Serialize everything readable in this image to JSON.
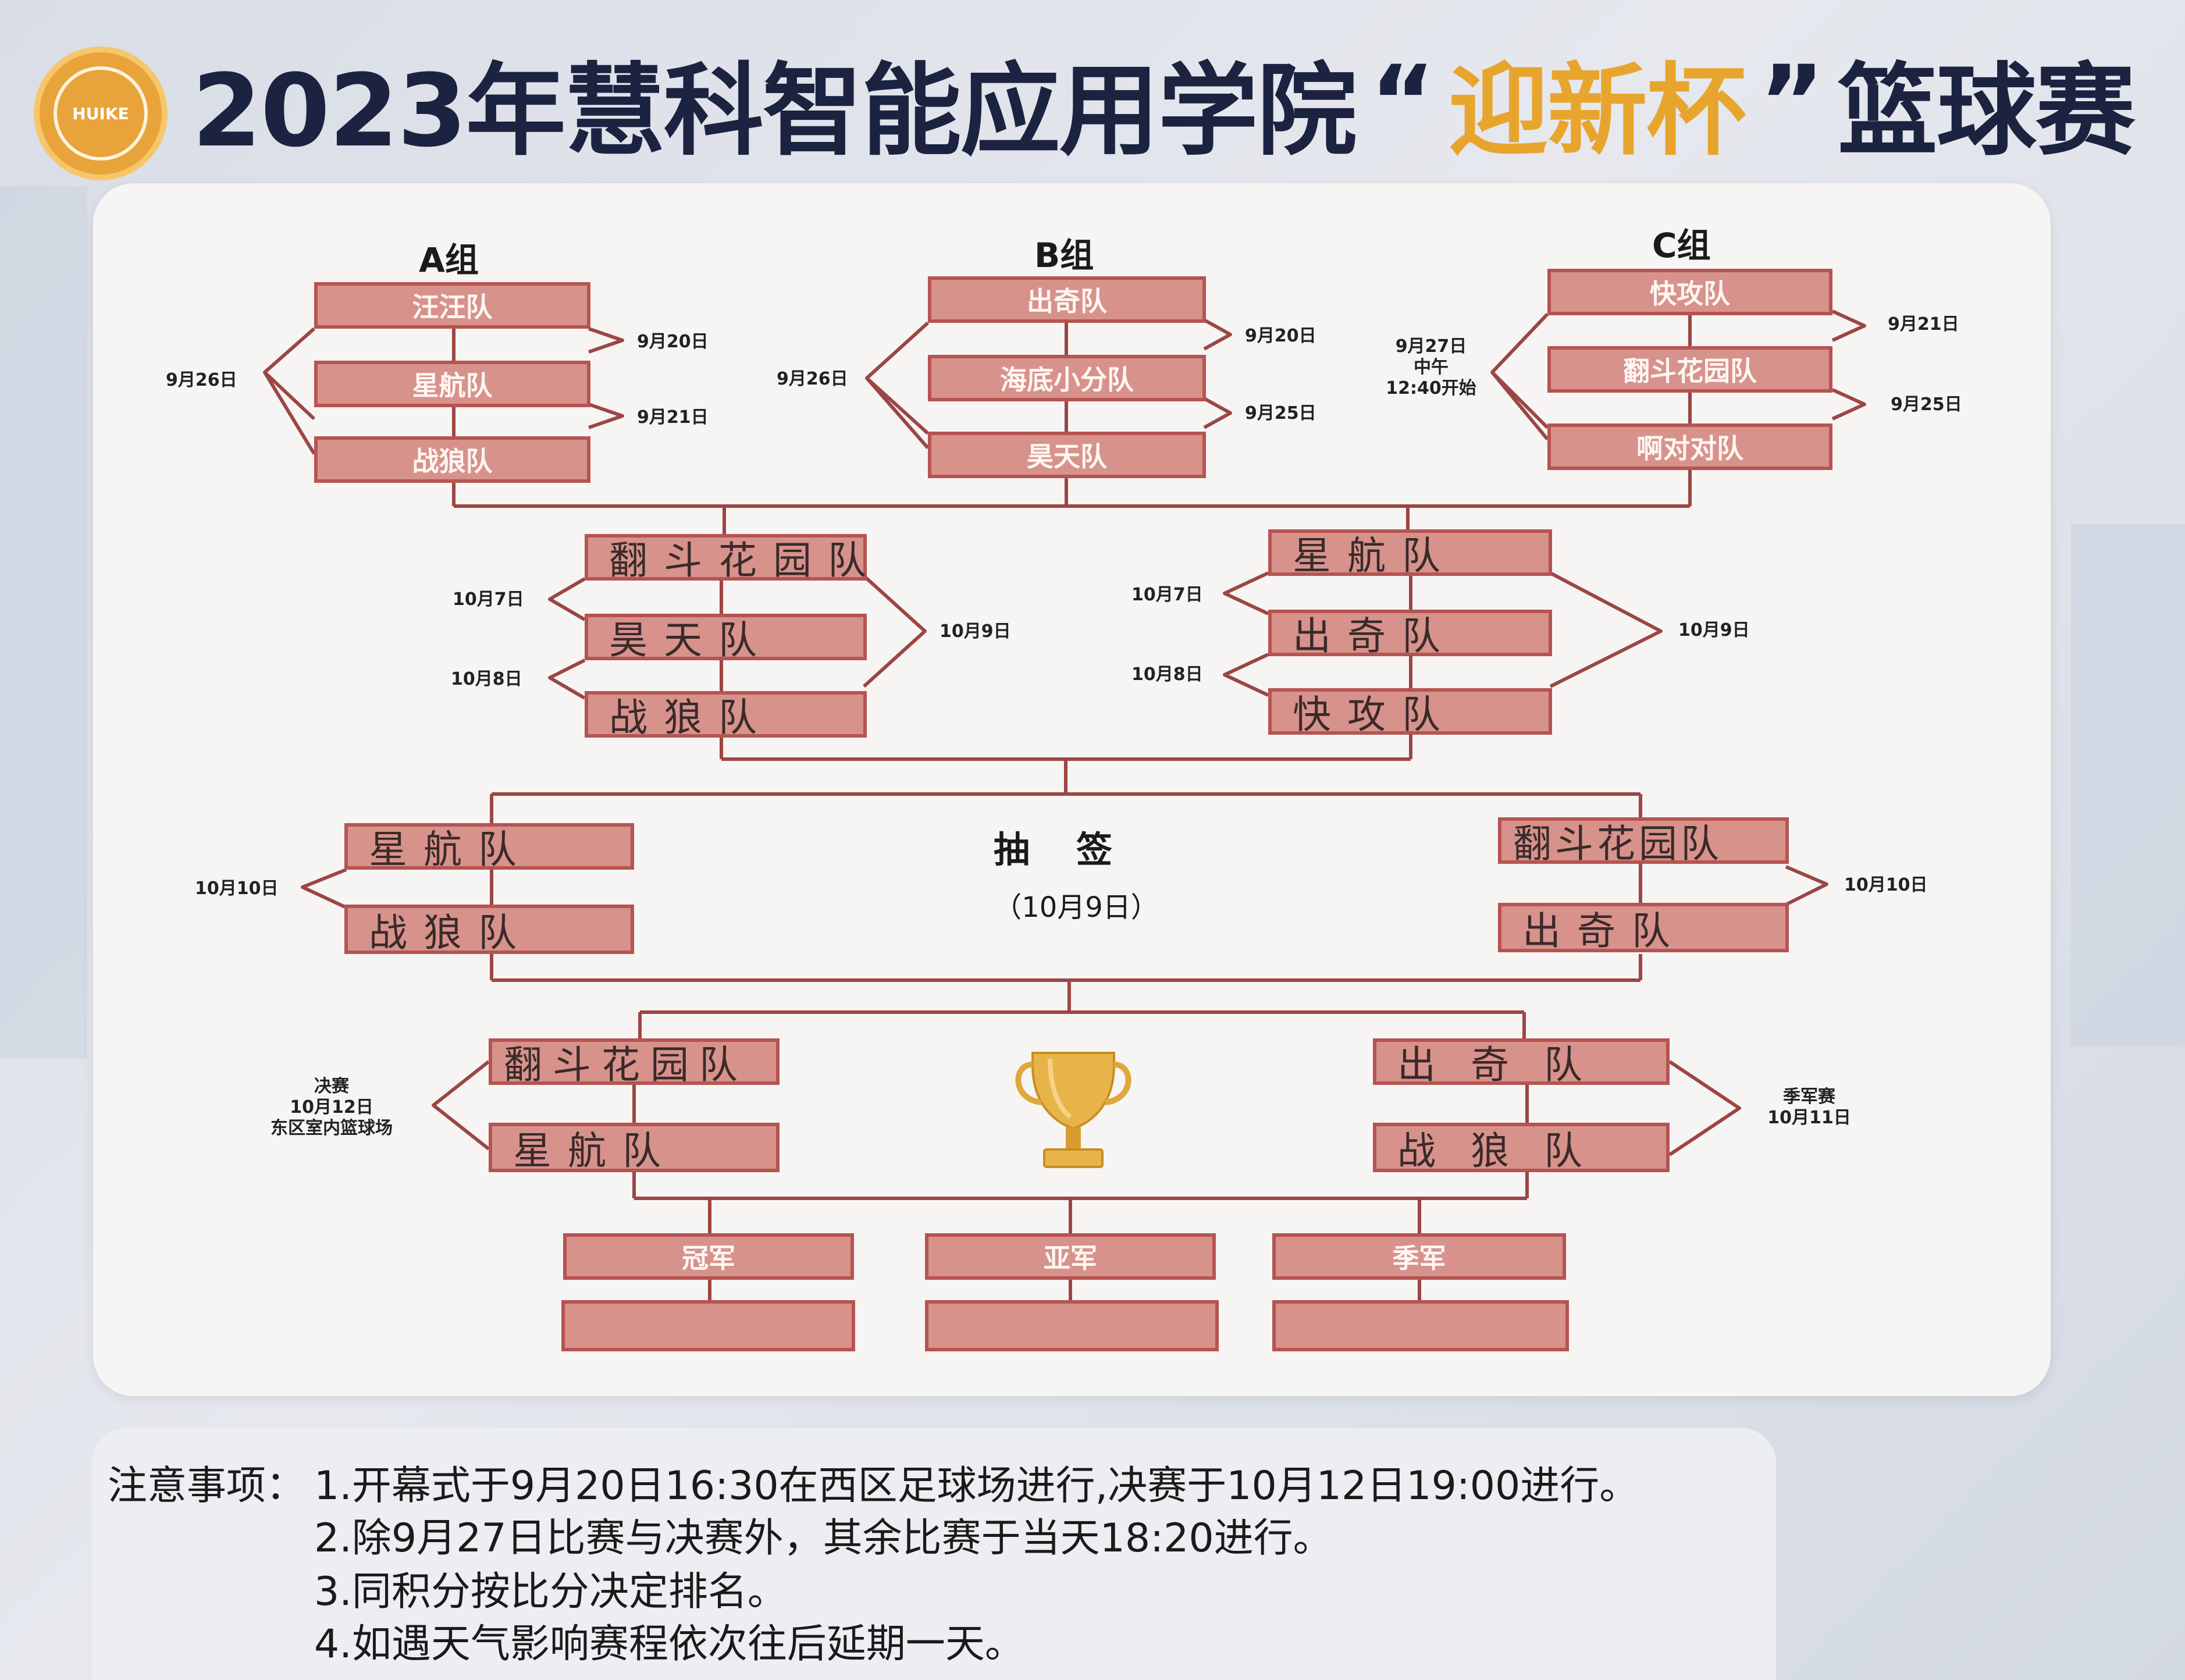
{
  "header": {
    "title_main": "2023年慧科智能应用学院",
    "title_open_quote": "“",
    "title_highlight": "迎新杯",
    "title_close_quote": "”",
    "title_tail": "篮球赛",
    "logo_text": "HUIKE"
  },
  "groups": {
    "a": {
      "title": "A组",
      "teams": [
        "汪汪队",
        "星航队",
        "战狼队"
      ],
      "dates": [
        "9月20日",
        "9月21日"
      ],
      "left_date": "9月26日"
    },
    "b": {
      "title": "B组",
      "teams": [
        "出奇队",
        "海底小分队",
        "昊天队"
      ],
      "dates": [
        "9月20日",
        "9月25日"
      ],
      "left_date": "9月26日"
    },
    "c": {
      "title": "C组",
      "teams": [
        "快攻队",
        "翻斗花园队",
        "啊对对队"
      ],
      "dates": [
        "9月21日",
        "9月25日"
      ],
      "left_date_lines": [
        "9月27日",
        "中午",
        "12:40开始"
      ]
    }
  },
  "round2": {
    "left": {
      "teams": [
        "翻斗花园队",
        "昊天队",
        "战狼队"
      ],
      "dates": [
        "10月7日",
        "10月8日"
      ],
      "right_date": "10月9日"
    },
    "right": {
      "teams": [
        "星航队",
        "出奇队",
        "快攻队"
      ],
      "dates": [
        "10月7日",
        "10月8日"
      ],
      "right_date": "10月9日"
    }
  },
  "semis": {
    "left": {
      "teams": [
        "星航队",
        "战狼队"
      ],
      "date": "10月10日"
    },
    "right": {
      "teams": [
        "翻斗花园队",
        "出奇队"
      ],
      "date": "10月10日"
    },
    "draw_title": "抽签",
    "draw_date": "（10月9日）"
  },
  "finals": {
    "final": {
      "teams": [
        "翻斗花园队",
        "星航队"
      ],
      "label_lines": [
        "决赛",
        "10月12日",
        "东区室内篮球场"
      ]
    },
    "third": {
      "teams": [
        "出奇队",
        "战狼队"
      ],
      "label_lines": [
        "季军赛",
        "10月11日"
      ]
    }
  },
  "podium": [
    "冠军",
    "亚军",
    "季军"
  ],
  "notes": {
    "heading": "注意事项：",
    "lines": [
      "1.开幕式于9月20日16:30在西区足球场进行,决赛于10月12日19:00进行。",
      "2.除9月27日比赛与决赛外，其余比赛于当天18:20进行。",
      "3.同积分按比分决定排名。",
      "4.如遇天气影响赛程依次往后延期一天。"
    ]
  },
  "colors": {
    "box_fill": "#d7928c",
    "box_border": "#b65451",
    "line": "#9b4645",
    "title_dark": "#1c2340",
    "title_gold": "#e8a52e"
  }
}
